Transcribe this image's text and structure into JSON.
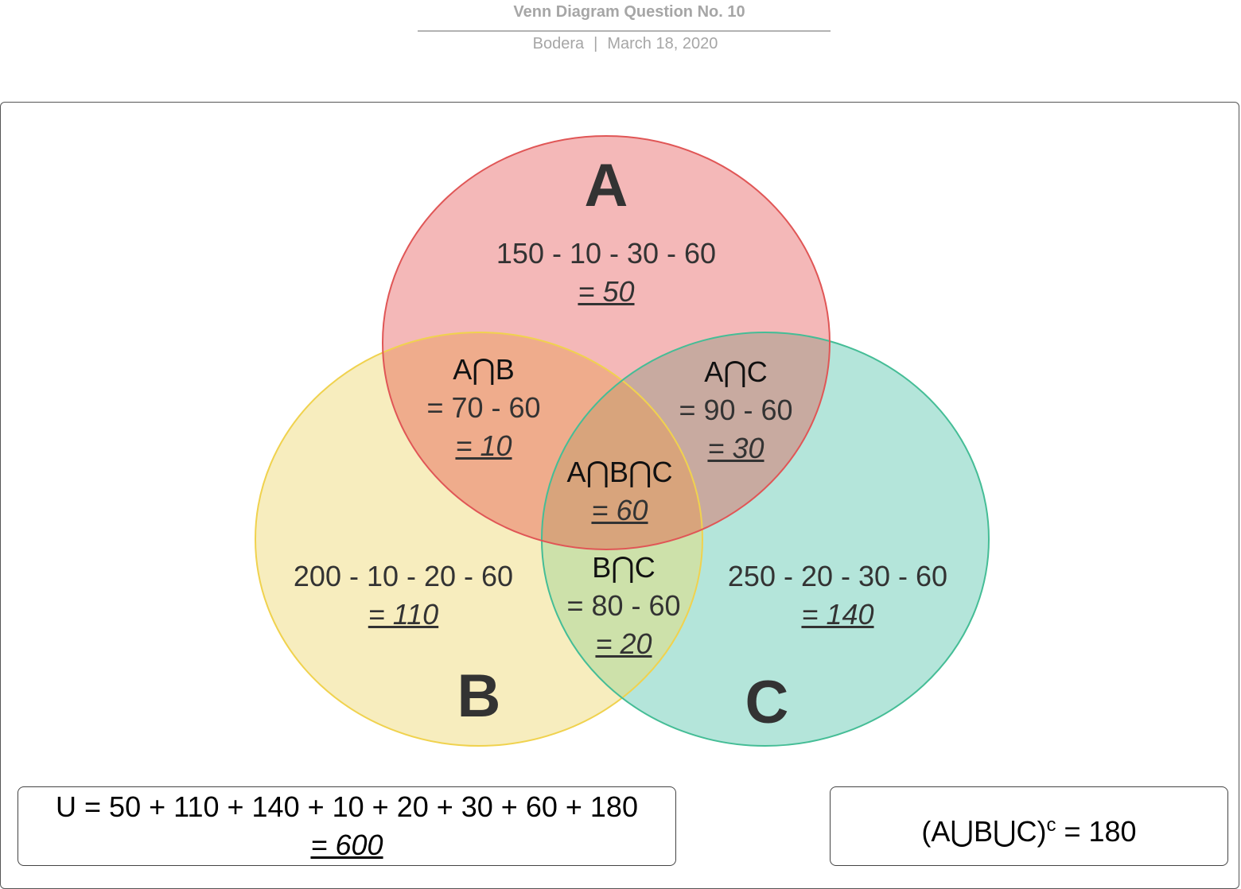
{
  "header": {
    "title": "Venn Diagram Question No. 10",
    "author": "Bodera",
    "separator": "|",
    "date": "March 18, 2020"
  },
  "colors": {
    "set_a_fill": "#f4b8b8",
    "set_a_stroke": "#e05656",
    "set_b_fill": "#f7edbe",
    "set_b_stroke": "#f0d24e",
    "set_c_fill": "#b4e5da",
    "set_c_stroke": "#45bd96",
    "overlap_ab": "#efac8c",
    "overlap_ac": "#c8aaa0",
    "overlap_bc": "#cde1aa",
    "overlap_abc": "#d8a47c"
  },
  "sets": {
    "a": {
      "name": "A",
      "calc": "150 - 10 - 30 - 60",
      "result": "= 50"
    },
    "b": {
      "name": "B",
      "calc": "200 - 10 - 20 - 60",
      "result": "= 110"
    },
    "c": {
      "name": "C",
      "calc": "250 - 20 - 30 - 60",
      "result": "= 140"
    }
  },
  "intersections": {
    "ab": {
      "title": "A⋂B",
      "calc": "= 70 - 60",
      "result": "= 10"
    },
    "ac": {
      "title": "A⋂C",
      "calc": "= 90 - 60",
      "result": "= 30"
    },
    "bc": {
      "title": "B⋂C",
      "calc": "= 80 - 60",
      "result": "= 20"
    },
    "abc": {
      "title": "A⋂B⋂C",
      "result": "= 60"
    }
  },
  "universe": {
    "equation": "U = 50 + 110 + 140 + 10 + 20 + 30 + 60 + 180",
    "result": "= 600"
  },
  "complement": {
    "prefix": "(A⋃B⋃C)",
    "superscript": "c",
    "suffix": " = 180"
  }
}
